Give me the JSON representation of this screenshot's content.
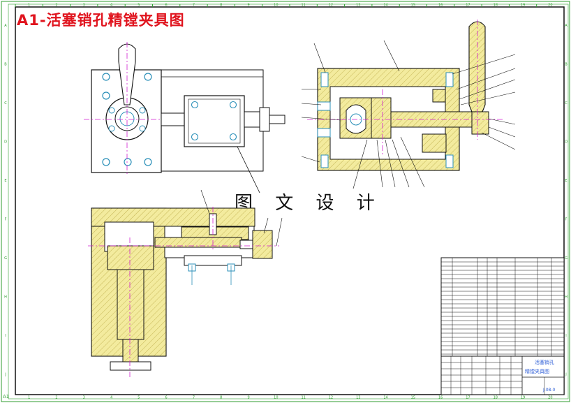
{
  "drawing": {
    "title": "A1-活塞销孔精镗夹具图",
    "caption": "图 文 设 计",
    "border_columns": [
      "1",
      "2",
      "3",
      "4",
      "5",
      "6",
      "7",
      "8",
      "9",
      "10",
      "11",
      "12",
      "13",
      "14",
      "15",
      "16",
      "17",
      "18",
      "19",
      "20"
    ],
    "border_rows": [
      "A",
      "B",
      "C",
      "D",
      "E",
      "F",
      "G",
      "H",
      "I",
      "J"
    ],
    "sheet_mark": "A1",
    "title_block": {
      "name_line1": "活塞销孔",
      "name_line2": "精镗夹具图",
      "drawing_no": "J-08-0"
    }
  },
  "colors": {
    "hatch_fill": "#f3eb9e",
    "outline": "#111111",
    "center_line": "#d11fd1",
    "dim_line": "#2aa3c8",
    "border": "#2f9e2f",
    "title": "#e0141e"
  }
}
